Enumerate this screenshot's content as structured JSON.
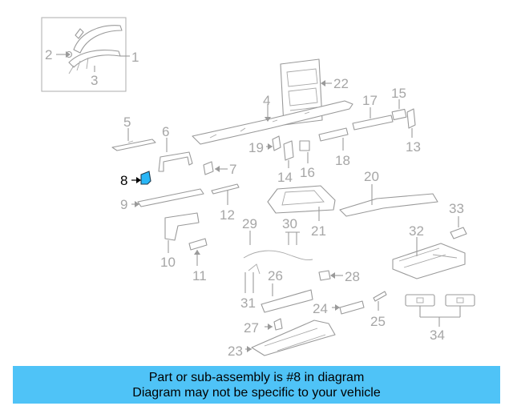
{
  "diagram": {
    "highlight_color": "#29b6f6",
    "label_color": "#a6a6a6",
    "highlighted_part": "8",
    "callouts": [
      {
        "label": "1"
      },
      {
        "label": "2"
      },
      {
        "label": "3"
      },
      {
        "label": "4"
      },
      {
        "label": "5"
      },
      {
        "label": "6"
      },
      {
        "label": "7"
      },
      {
        "label": "8"
      },
      {
        "label": "9"
      },
      {
        "label": "10"
      },
      {
        "label": "11"
      },
      {
        "label": "12"
      },
      {
        "label": "13"
      },
      {
        "label": "14"
      },
      {
        "label": "15"
      },
      {
        "label": "16"
      },
      {
        "label": "17"
      },
      {
        "label": "18"
      },
      {
        "label": "19"
      },
      {
        "label": "20"
      },
      {
        "label": "21"
      },
      {
        "label": "22"
      },
      {
        "label": "23"
      },
      {
        "label": "24"
      },
      {
        "label": "25"
      },
      {
        "label": "26"
      },
      {
        "label": "27"
      },
      {
        "label": "28"
      },
      {
        "label": "29"
      },
      {
        "label": "30"
      },
      {
        "label": "31"
      },
      {
        "label": "32"
      },
      {
        "label": "33"
      },
      {
        "label": "34"
      }
    ]
  },
  "banner": {
    "background_color": "#4fc3f7",
    "line1": "Part or sub-assembly is #8 in diagram",
    "line2": "Diagram may not be specific to your vehicle"
  }
}
